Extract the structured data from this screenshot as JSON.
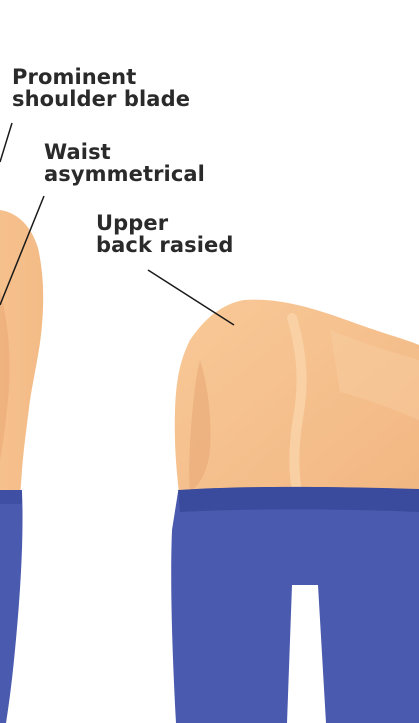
{
  "annotations": {
    "shoulder": {
      "line1": "Prominent",
      "line2": "shoulder blade"
    },
    "waist": {
      "line1": "Waist",
      "line2": "asymmetrical"
    },
    "upper_back": {
      "line1": "Upper",
      "line2": "back rasied"
    }
  },
  "colors": {
    "skin": "#f6c18e",
    "skin_shadow": "#e5a672",
    "jeans": "#4a5aae",
    "jeans_dark": "#3a4a9c",
    "leader_line": "#1a1a1a",
    "text": "#2a2a2a"
  }
}
